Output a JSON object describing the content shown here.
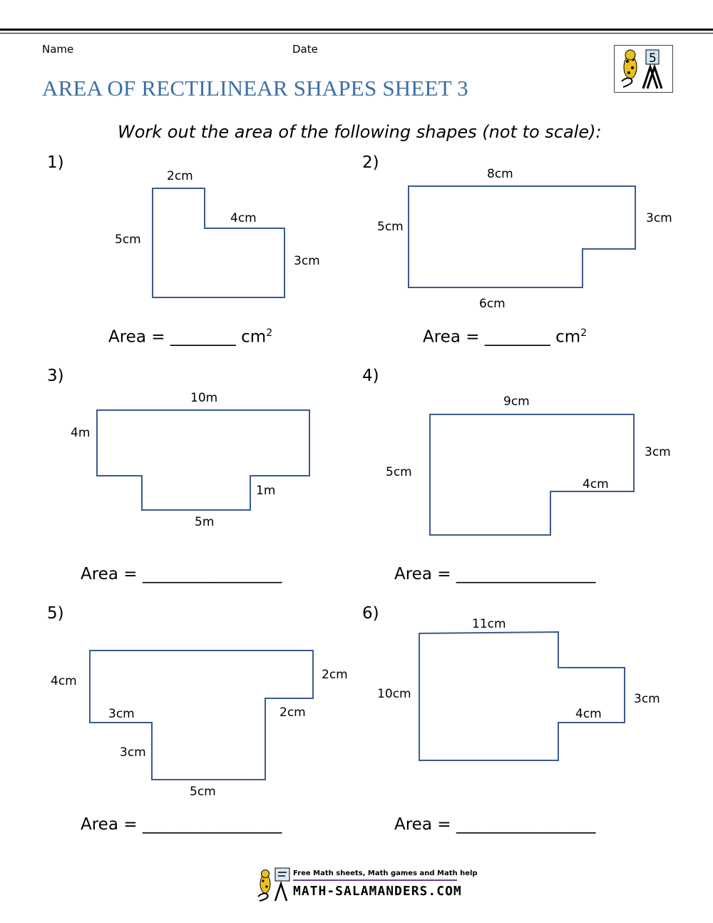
{
  "header": {
    "name_label": "Name",
    "date_label": "Date",
    "title": "AREA OF RECTILINEAR SHAPES SHEET 3",
    "logo_badge": "5"
  },
  "instruction": "Work out the area of the following shapes (not to scale):",
  "questions": [
    {
      "number": "1)",
      "labels": [
        "2cm",
        "4cm",
        "5cm",
        "3cm"
      ],
      "answer": "Area = ________ cm",
      "unit_sup": "2"
    },
    {
      "number": "2)",
      "labels": [
        "8cm",
        "5cm",
        "3cm",
        "6cm"
      ],
      "answer": "Area = ________ cm",
      "unit_sup": "2"
    },
    {
      "number": "3)",
      "labels": [
        "10m",
        "4m",
        "1m",
        "5m"
      ],
      "answer": "Area = _________________"
    },
    {
      "number": "4)",
      "labels": [
        "9cm",
        "5cm",
        "3cm",
        "4cm"
      ],
      "answer": "Area = _________________"
    },
    {
      "number": "5)",
      "labels": [
        "4cm",
        "2cm",
        "3cm",
        "2cm",
        "3cm",
        "5cm"
      ],
      "answer": "Area = _________________"
    },
    {
      "number": "6)",
      "labels": [
        "11cm",
        "10cm",
        "3cm",
        "4cm"
      ],
      "answer": "Area = _________________"
    }
  ],
  "footer": {
    "tagline": "Free Math sheets, Math games and Math help",
    "brand": "MATH-SALAMANDERS.COM"
  },
  "colors": {
    "title": "#3a6fa6",
    "shape_stroke": "#3c5a8c"
  }
}
